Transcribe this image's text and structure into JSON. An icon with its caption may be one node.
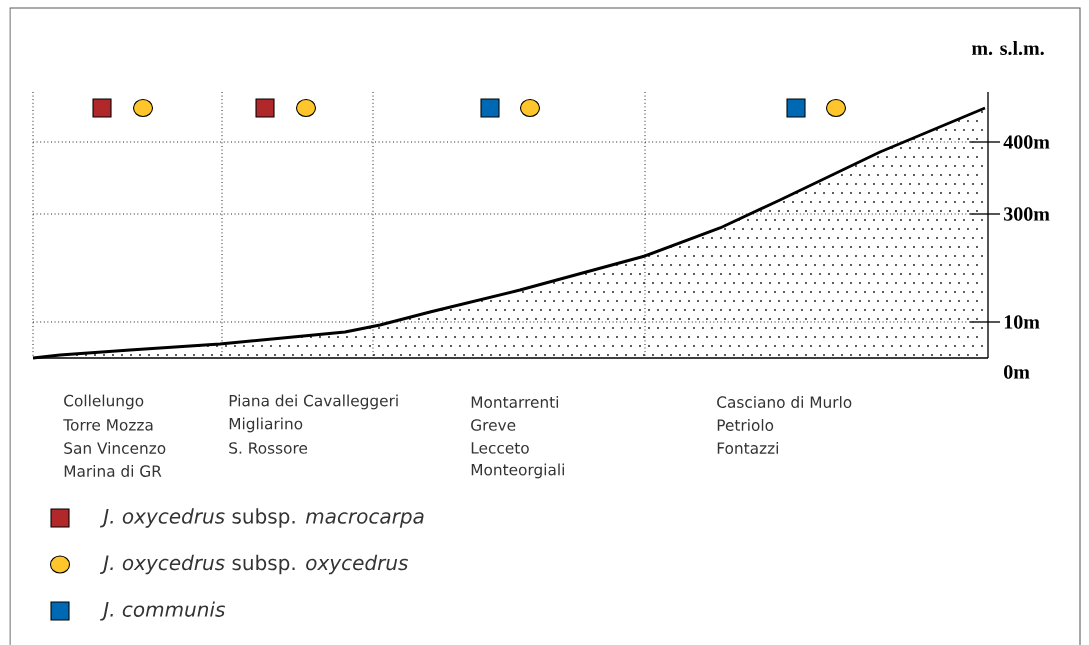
{
  "diagram": {
    "labels": [
      "m. s.l.m.",
      "400m",
      "300m",
      "10m",
      "0m",
      "Collelungo",
      "Torre Mozza",
      "San Vincenzo",
      "Marina di GR",
      "Piana dei Cavalleggeri",
      "Migliarino",
      "S. Rossore",
      "Montarrenti",
      "Greve",
      "Lecceto",
      "Monteorgiali",
      "Casciano di Murlo",
      "Petriolo",
      "Fontazzi"
    ],
    "legend": [
      {
        "text": "*J. oxycedrus* subsp. *macrocarpa*",
        "color": "#b0282a"
      },
      {
        "text": "*J. oxycedrus* subsp. *oxycedrus*",
        "color": "#ffc62c"
      },
      {
        "text": "*J. communis*",
        "color": "#0069b4"
      }
    ]
  }
}
